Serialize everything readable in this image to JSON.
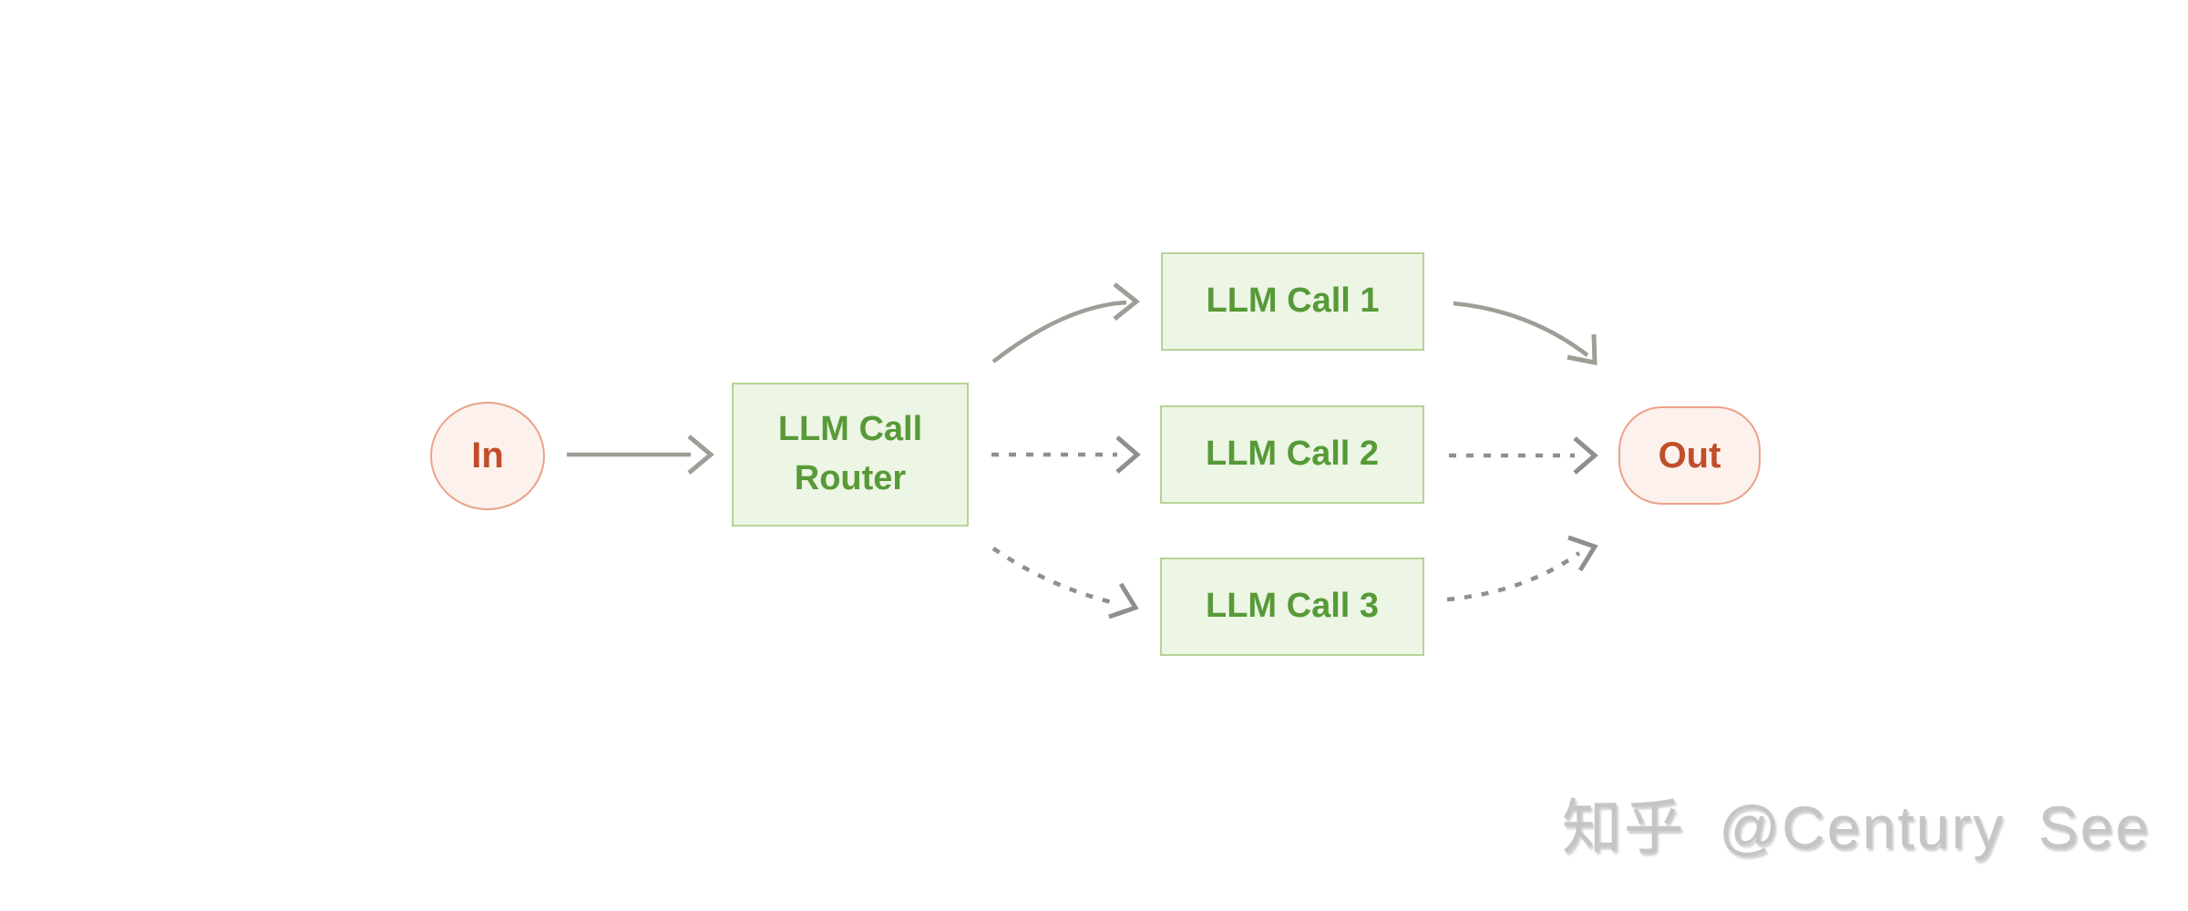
{
  "diagram": {
    "nodes": {
      "input": {
        "label": "In"
      },
      "router": {
        "label": "LLM Call Router"
      },
      "calls": [
        {
          "label": "LLM Call 1"
        },
        {
          "label": "LLM Call 2"
        },
        {
          "label": "LLM Call 3"
        }
      ],
      "output": {
        "label": "Out"
      }
    },
    "colors": {
      "box_fill": "#edf5e4",
      "box_border": "#b5d494",
      "box_text": "#579a38",
      "terminal_fill": "#fcf1ec",
      "terminal_border": "#eaa289",
      "terminal_text": "#c04e2a",
      "arrow_solid": "#9e9e97",
      "arrow_dashed": "#8f8f8f"
    }
  },
  "watermark": {
    "text": "知乎 @Century See"
  }
}
